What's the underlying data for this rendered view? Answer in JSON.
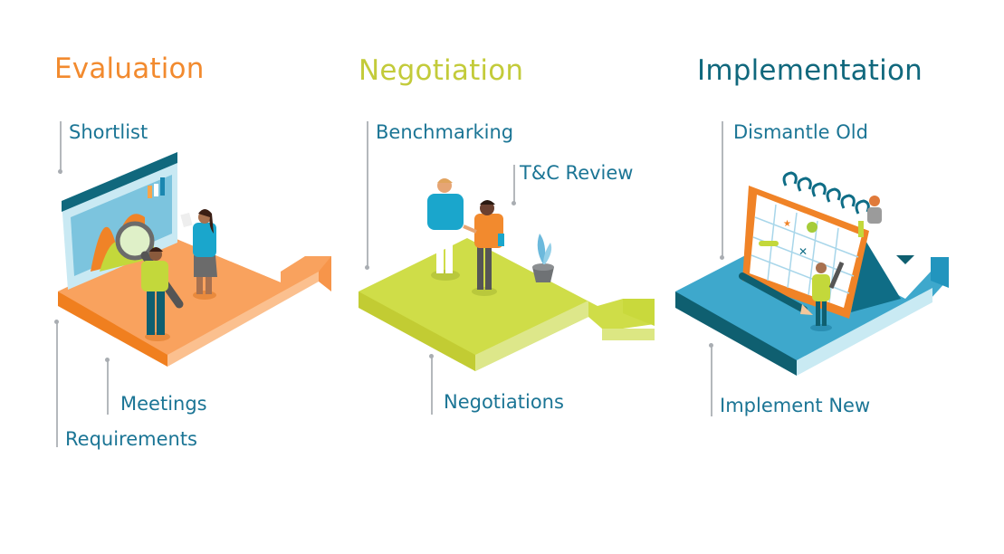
{
  "colors": {
    "evaluation": "#f28a2e",
    "negotiation": "#c3cb3a",
    "implementation": "#10687d",
    "label": "#1b7595",
    "leader": "#b4b8bc"
  },
  "stages": [
    {
      "title": "Evaluation",
      "labels": [
        "Shortlist",
        "Meetings",
        "Requirements"
      ],
      "icon": "analytics-screen-with-magnifier"
    },
    {
      "title": "Negotiation",
      "labels": [
        "Benchmarking",
        "T&C Review",
        "Negotiations"
      ],
      "icon": "handshake-people"
    },
    {
      "title": "Implementation",
      "labels": [
        "Dismantle Old",
        "Implement New"
      ],
      "icon": "calendar-with-pencil"
    }
  ]
}
